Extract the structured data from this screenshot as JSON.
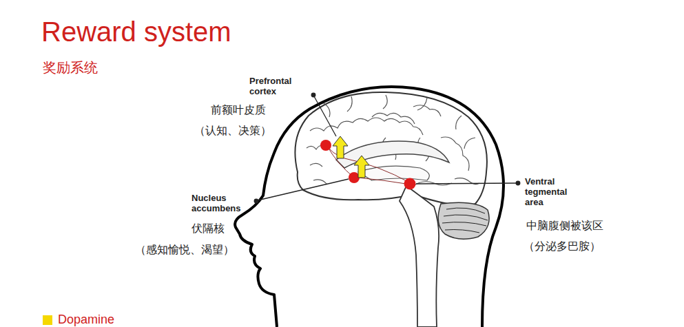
{
  "diagram": {
    "title": "Reward system",
    "labels": [
      "奖励系统",
      "Prefrontal cortex",
      "前额叶皮质",
      "（认知、决策）",
      "Nucleus accumbens",
      "伏隔核",
      "（感知愉悦、渴望）",
      "Ventral tegmental area",
      "中脑腹侧被该区",
      "（分泌多巴胺）",
      "Dopamine"
    ]
  }
}
